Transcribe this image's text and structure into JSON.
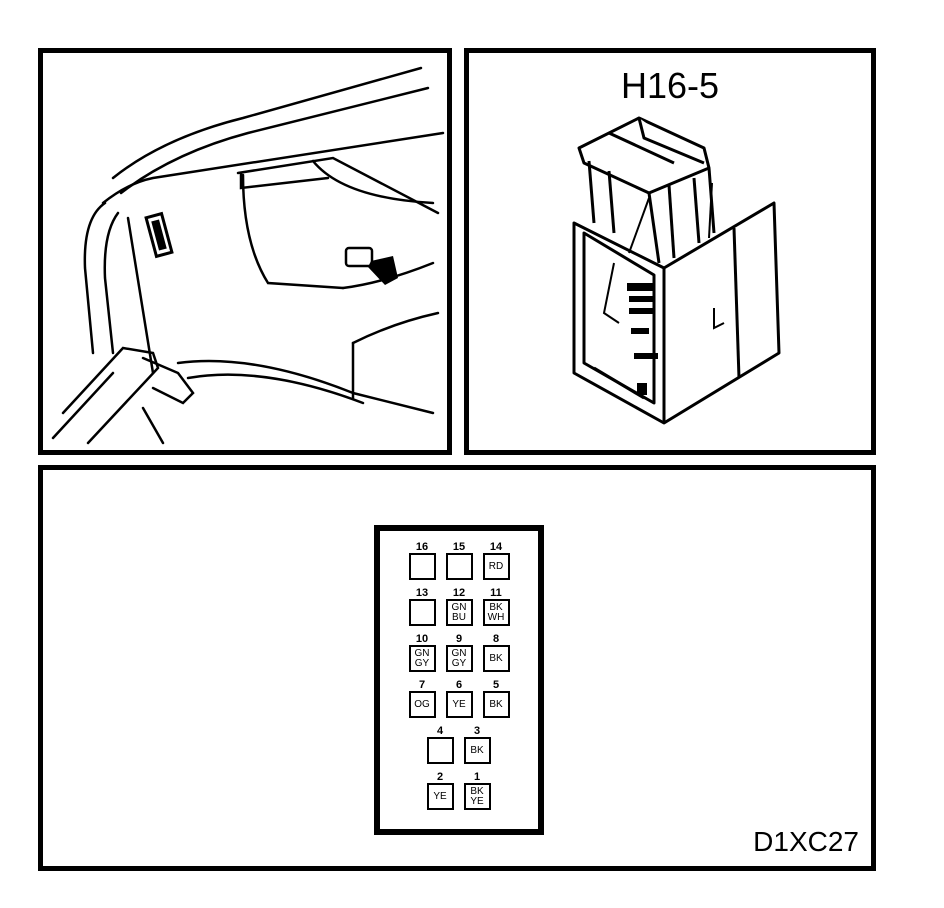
{
  "connector": {
    "id": "H16-5",
    "pins": [
      {
        "num": "16",
        "wire": []
      },
      {
        "num": "15",
        "wire": []
      },
      {
        "num": "14",
        "wire": [
          "RD"
        ]
      },
      {
        "num": "13",
        "wire": []
      },
      {
        "num": "12",
        "wire": [
          "GN",
          "BU"
        ]
      },
      {
        "num": "11",
        "wire": [
          "BK",
          "WH"
        ]
      },
      {
        "num": "10",
        "wire": [
          "GN",
          "GY"
        ]
      },
      {
        "num": "9",
        "wire": [
          "GN",
          "GY"
        ]
      },
      {
        "num": "8",
        "wire": [
          "BK"
        ]
      },
      {
        "num": "7",
        "wire": [
          "OG"
        ]
      },
      {
        "num": "6",
        "wire": [
          "YE"
        ]
      },
      {
        "num": "5",
        "wire": [
          "BK"
        ]
      },
      {
        "num": "4",
        "wire": []
      },
      {
        "num": "3",
        "wire": [
          "BK"
        ]
      },
      {
        "num": "2",
        "wire": [
          "YE"
        ]
      },
      {
        "num": "1",
        "wire": [
          "BK",
          "YE"
        ]
      }
    ]
  },
  "diagram_id": "D1XC27",
  "icons": [
    "vehicle-trunk-location-illustration",
    "connector-housing-illustration"
  ]
}
